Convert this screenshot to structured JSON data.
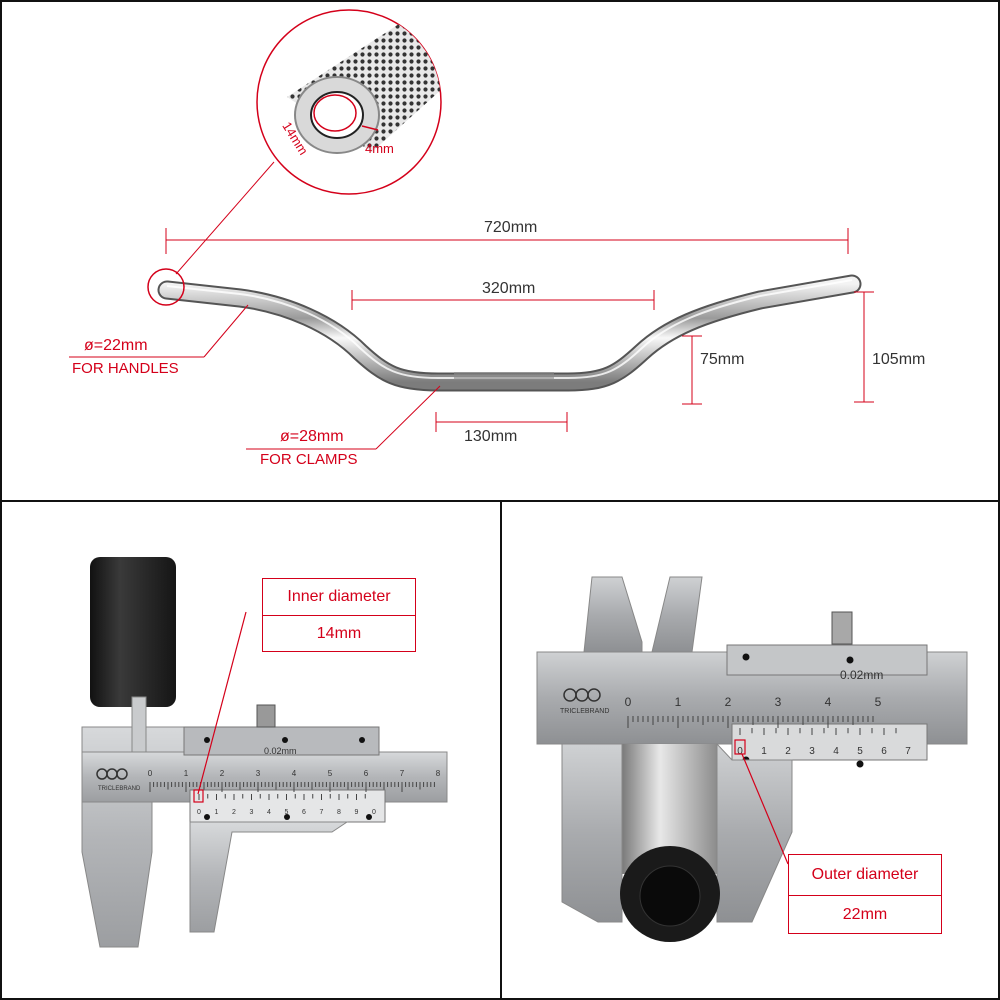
{
  "top": {
    "zoom_labels": {
      "inner": "14mm",
      "wall": "4mm"
    },
    "dimensions": {
      "width": "720mm",
      "center_width": "320mm",
      "rise": "75mm",
      "height": "105mm",
      "clamp_width": "130mm"
    },
    "handle": {
      "diameter": "ø=22mm",
      "purpose": "FOR HANDLES"
    },
    "clamp": {
      "diameter": "ø=28mm",
      "purpose": "FOR CLAMPS"
    }
  },
  "inner": {
    "box_title": "Inner diameter",
    "box_value": "14mm",
    "caliper_scale": "0.02mm",
    "brand": "TRICLEBRAND",
    "main_ticks": [
      "0",
      "1",
      "2",
      "3",
      "4",
      "5",
      "6",
      "7",
      "8"
    ],
    "vernier_ticks": [
      "0",
      "1",
      "2",
      "3",
      "4",
      "5",
      "6",
      "7",
      "8",
      "9",
      "0"
    ]
  },
  "outer": {
    "box_title": "Outer diameter",
    "box_value": "22mm",
    "caliper_scale": "0.02mm",
    "brand": "TRICLEBRAND",
    "main_ticks": [
      "0",
      "1",
      "2",
      "3",
      "4",
      "5"
    ],
    "vernier_ticks": [
      "0",
      "1",
      "2",
      "3",
      "4",
      "5",
      "6",
      "7"
    ]
  },
  "colors": {
    "accent": "#d4001a",
    "metal": "#b9bbbd",
    "tube": "#1c1c1c"
  }
}
